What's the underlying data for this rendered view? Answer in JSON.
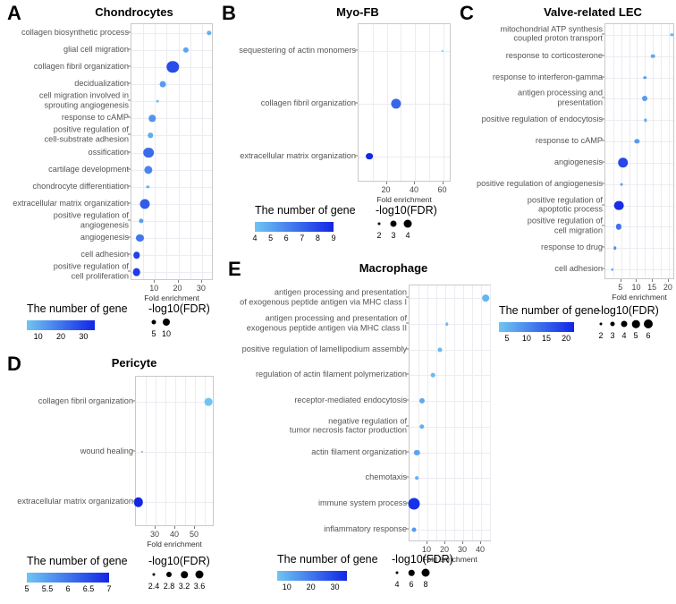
{
  "figure": {
    "panel_letters": [
      "A",
      "B",
      "C",
      "D",
      "E"
    ],
    "axis_name": "Fold enrichment",
    "gene_legend_title": "The number of gene",
    "fdr_legend_title": "-log10(FDR)",
    "color_low": "#6FC5F2",
    "color_high": "#1226E6"
  },
  "chart_data": [
    {
      "id": "A",
      "type": "scatter",
      "title": "Chondrocytes",
      "xlabel": "Fold enrichment",
      "ylabel": "",
      "xlim": [
        0,
        35
      ],
      "xticks": [
        10,
        20,
        30
      ],
      "grid": true,
      "legend_color_label": "The number of gene",
      "legend_color_ticks": [
        10,
        20,
        30
      ],
      "legend_color_range": [
        5,
        35
      ],
      "legend_size_label": "-log10(FDR)",
      "legend_size_ticks": [
        5,
        10
      ],
      "categories": [
        "collagen biosynthetic process",
        "glial cell migration",
        "collagen fibril organization",
        "decidualization",
        "cell migration involved in\nsprouting angiogenesis",
        "response to cAMP",
        "positive regulation of\ncell-substrate adhesion",
        "ossification",
        "cartilage development",
        "chondrocyte differentiation",
        "extracellular matrix organization",
        "positive regulation of\nangiogenesis",
        "angiogenesis",
        "cell adhesion",
        "positive regulation of\ncell proliferation"
      ],
      "fold_enrichment": [
        33.0,
        23.2,
        17.5,
        13.2,
        11.0,
        8.9,
        8.1,
        7.4,
        7.3,
        7.0,
        5.7,
        4.1,
        3.6,
        2.3,
        2.2
      ],
      "gene_count": [
        9,
        11,
        28,
        13,
        6,
        14,
        10,
        22,
        17,
        7,
        25,
        12,
        20,
        30,
        31
      ],
      "neglog10_fdr": [
        4.3,
        5.0,
        11.0,
        5.5,
        2.2,
        6.0,
        4.4,
        9.5,
        7.5,
        2.6,
        9.0,
        4.2,
        6.5,
        6.0,
        7.0
      ]
    },
    {
      "id": "B",
      "type": "scatter",
      "title": "Myo-FB",
      "xlabel": "Fold enrichment",
      "ylabel": "",
      "xlim": [
        0,
        66
      ],
      "xticks": [
        20,
        40,
        60
      ],
      "grid": true,
      "legend_color_label": "The number of gene",
      "legend_color_ticks": [
        4,
        5,
        6,
        7,
        8,
        9
      ],
      "legend_color_range": [
        4,
        9
      ],
      "legend_size_label": "-log10(FDR)",
      "legend_size_ticks": [
        2,
        3,
        4
      ],
      "categories": [
        "sequestering of actin monomers",
        "collagen fibril organization",
        "extracellular matrix organization"
      ],
      "fold_enrichment": [
        59.5,
        26.5,
        7.5
      ],
      "gene_count": [
        4,
        7,
        9
      ],
      "neglog10_fdr": [
        1.9,
        4.0,
        3.2
      ]
    },
    {
      "id": "C",
      "type": "scatter",
      "title": "Valve-related LEC",
      "xlabel": "Fold enrichment",
      "ylabel": "",
      "xlim": [
        0,
        22
      ],
      "xticks": [
        5,
        10,
        15,
        20
      ],
      "grid": true,
      "legend_color_label": "The number of gene",
      "legend_color_ticks": [
        5,
        10,
        15,
        20
      ],
      "legend_color_range": [
        3,
        22
      ],
      "legend_size_label": "-log10(FDR)",
      "legend_size_ticks": [
        2,
        3,
        4,
        5,
        6
      ],
      "categories": [
        "mitochondrial ATP synthesis\ncoupled proton transport",
        "response to corticosterone",
        "response to interferon-gamma",
        "antigen processing and\npresentation",
        "positive regulation of endocytosis",
        "response to cAMP",
        "angiogenesis",
        "positive regulation of angiogenesis",
        "positive regulation of\napoptotic process",
        "positive regulation of\ncell migration",
        "response to drug",
        "cell adhesion"
      ],
      "fold_enrichment": [
        21.0,
        15.0,
        12.5,
        12.4,
        12.6,
        10.0,
        5.6,
        5.0,
        4.2,
        4.3,
        3.0,
        2.2
      ],
      "gene_count": [
        5,
        6,
        7,
        8,
        6,
        8,
        18,
        7,
        21,
        13,
        9,
        8
      ],
      "neglog10_fdr": [
        2.3,
        2.9,
        2.4,
        3.5,
        2.3,
        3.2,
        6.0,
        2.1,
        5.6,
        3.6,
        2.4,
        2.0
      ]
    },
    {
      "id": "D",
      "type": "scatter",
      "title": "Pericyte",
      "xlabel": "Fold enrichment",
      "ylabel": "",
      "xlim": [
        20,
        60
      ],
      "xticks": [
        30,
        40,
        50
      ],
      "grid": true,
      "legend_color_label": "The number of gene",
      "legend_color_ticks": [
        5,
        5.5,
        6,
        6.5,
        7
      ],
      "legend_color_range": [
        5,
        7
      ],
      "legend_size_label": "-log10(FDR)",
      "legend_size_ticks": [
        2.4,
        2.8,
        3.2,
        3.6
      ],
      "categories": [
        "collagen fibril organization",
        "wound healing",
        "extracellular matrix organization"
      ],
      "fold_enrichment": [
        57.0,
        23.0,
        21.3
      ],
      "gene_count": [
        5,
        5.2,
        7
      ],
      "neglog10_fdr": [
        3.3,
        1.9,
        3.7
      ]
    },
    {
      "id": "E",
      "type": "scatter",
      "title": "Macrophage",
      "xlabel": "Fold enrichment",
      "ylabel": "",
      "xlim": [
        0,
        46
      ],
      "xticks": [
        10,
        20,
        30,
        40
      ],
      "grid": true,
      "legend_color_label": "The number of gene",
      "legend_color_ticks": [
        10,
        20,
        30
      ],
      "legend_color_range": [
        6,
        35
      ],
      "legend_size_label": "-log10(FDR)",
      "legend_size_ticks": [
        4,
        6,
        8
      ],
      "categories": [
        "antigen processing and presentation\nof exogenous peptide antigen via MHC class I",
        "antigen processing and presentation of\nexogenous peptide antigen via MHC class II",
        "positive regulation of lamellipodium assembly",
        "regulation of actin filament polymerization",
        "receptor-mediated endocytosis",
        "negative regulation of\ntumor necrosis factor production",
        "actin filament organization",
        "chemotaxis",
        "immune system process",
        "inflammatory response"
      ],
      "fold_enrichment": [
        42.5,
        21.0,
        17.0,
        13.0,
        7.0,
        6.8,
        4.2,
        4.0,
        2.5,
        2.6
      ],
      "gene_count": [
        9,
        7,
        8,
        8,
        11,
        10,
        12,
        9,
        33,
        14
      ],
      "neglog10_fdr": [
        6.2,
        4.3,
        5.0,
        4.8,
        5.5,
        5.2,
        5.6,
        4.4,
        8.6,
        5.0
      ]
    }
  ]
}
